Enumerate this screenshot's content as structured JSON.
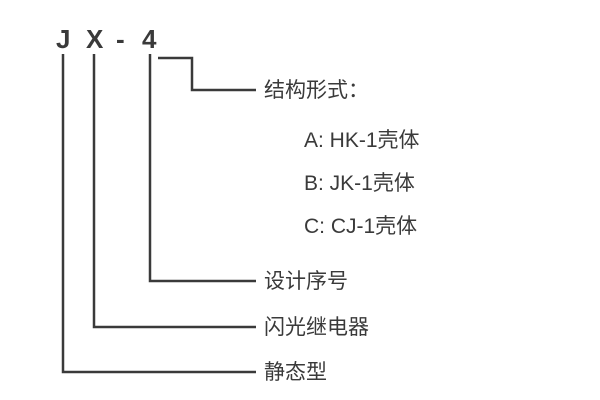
{
  "model_code": {
    "parts": [
      "J",
      "X",
      "-",
      "4"
    ]
  },
  "labels": {
    "structure_form": "结构形式：",
    "design_serial": "设计序号",
    "flash_relay": "闪光继电器",
    "static_type": "静态型"
  },
  "structure_options": [
    {
      "text": "A: HK-1壳体"
    },
    {
      "text": "B: JK-1壳体"
    },
    {
      "text": "C: CJ-1壳体"
    }
  ],
  "colors": {
    "line": "#3a3a3a",
    "text": "#3a3a3a",
    "background": "#ffffff"
  }
}
